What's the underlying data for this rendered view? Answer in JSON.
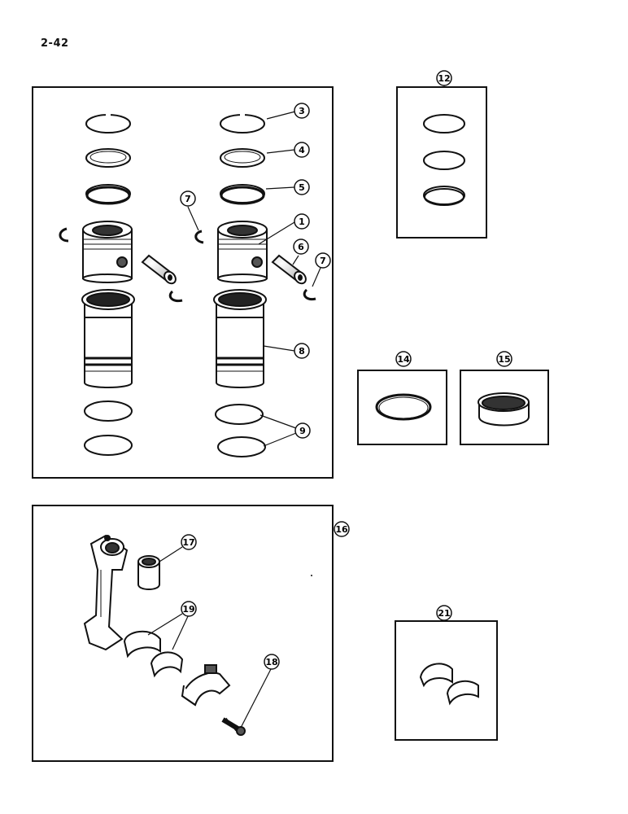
{
  "page": {
    "number": "2-42"
  },
  "callouts": {
    "piston_ring_top": "3",
    "piston_ring_middle": "4",
    "piston_ring_oil": "5",
    "retainer_upper": "7",
    "piston": "1",
    "piston_pin": "6",
    "retainer_right": "7",
    "cylinder_sleeve": "8",
    "sleeve_seals": "9",
    "ring_set": "12",
    "sleeve_shim": "14",
    "sleeve_bushing": "15",
    "connecting_rod_kit": "16",
    "rod_bushing": "17",
    "rod_bearings": "19",
    "rod_bolt": "18",
    "main_bearing": "21"
  },
  "colors": {
    "ink": "#111111",
    "paper": "#ffffff",
    "shade": "#444444"
  }
}
